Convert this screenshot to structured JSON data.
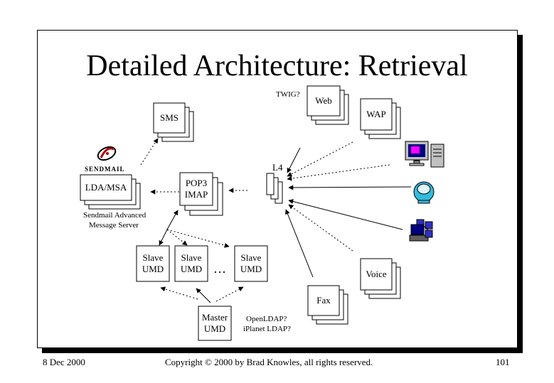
{
  "title": "Detailed Architecture: Retrieval",
  "nodes": {
    "sms": {
      "lines": [
        "SMS"
      ]
    },
    "web": {
      "lines": [
        "Web"
      ]
    },
    "wap": {
      "lines": [
        "WAP"
      ]
    },
    "ldamsa": {
      "lines": [
        "LDA/MSA"
      ]
    },
    "pop3imap": {
      "lines": [
        "POP3",
        "IMAP"
      ]
    },
    "slave1": {
      "lines": [
        "Slave",
        "UMD"
      ]
    },
    "slave2": {
      "lines": [
        "Slave",
        "UMD"
      ]
    },
    "slave3": {
      "lines": [
        "Slave",
        "UMD"
      ]
    },
    "master": {
      "lines": [
        "Master",
        "UMD"
      ]
    },
    "voice": {
      "lines": [
        "Voice"
      ]
    },
    "fax": {
      "lines": [
        "Fax"
      ]
    }
  },
  "labels": {
    "twig": "TWIG?",
    "l4": "L4",
    "sendmail_logo": "SENDMAIL",
    "sendmail_caption_1": "Sendmail Advanced",
    "sendmail_caption_2": "Message Server",
    "ellipsis": "…",
    "ldap_1": "OpenLDAP?",
    "ldap_2": "iPlanet LDAP?"
  },
  "icons": [
    "desktop-computer-icon",
    "imac-icon",
    "network-computer-icon",
    "sendmail-logo-icon"
  ],
  "footer": {
    "date": "8 Dec 2000",
    "copyright": "Copyright © 2000 by Brad Knowles, all rights reserved.",
    "page": "101"
  }
}
